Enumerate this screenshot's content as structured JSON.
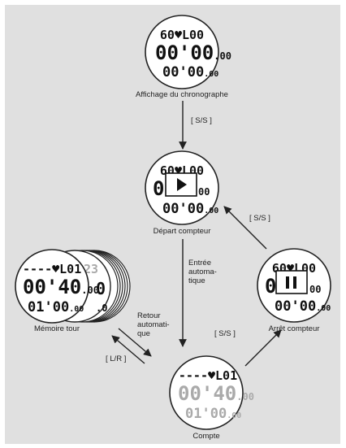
{
  "nodes": {
    "chrono": {
      "label": "Affichage du chronographe",
      "line1": "60♥L00",
      "line2_main": "00'00",
      "line2_small": ".00",
      "line3_main": "00'00",
      "line3_small": ".00"
    },
    "depart": {
      "label": "Départ compteur",
      "line1": "60♥L00",
      "line2_lead": "0",
      "line2_small": "00",
      "line3_main": "00'00",
      "line3_small": ".00"
    },
    "arret": {
      "label": "Arrêt compteur",
      "line1": "60♥L00",
      "line2_lead": "0",
      "line2_small": "00",
      "line3_main": "00'00",
      "line3_small": ".00"
    },
    "compte": {
      "label": "Compte",
      "line1": "----♥L01",
      "line2_main": "00'40",
      "line2_small": ".00",
      "line3_main": "01'00",
      "line3_small": ".00"
    },
    "memoire": {
      "label": "Mémoire tour",
      "line1": "----♥L01",
      "line1_ghost": "23",
      "line2_main": "00'40",
      "line2_small": ".00",
      "line3_main": "01'00",
      "line3_small": ".00",
      "ghost_line2": "0",
      "ghost_line3": ".0"
    }
  },
  "arrows": {
    "ss_down": "[ S/S ]",
    "entree_auto": "Entrée automa-tique",
    "retour_auto": "Retour automati-que",
    "lr": "[ L/R ]",
    "ss_up": "[ S/S ]",
    "ss_back": "[ S/S ]"
  }
}
